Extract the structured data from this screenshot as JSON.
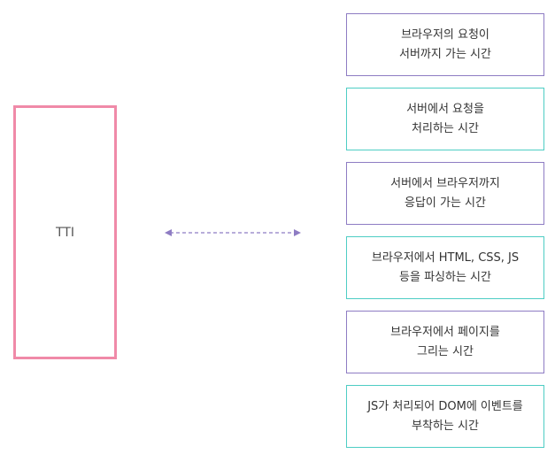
{
  "diagram": {
    "tti_label": "TTI",
    "colors": {
      "tti_border": "#f08aa8",
      "arrow": "#8e7cc3",
      "purple_border": "#8e7cc3",
      "teal_border": "#4ecdc4"
    },
    "steps": [
      {
        "line1": "브라우저의 요청이",
        "line2": "서버까지 가는 시간",
        "border_color": "purple"
      },
      {
        "line1": "서버에서 요청을",
        "line2": "처리하는 시간",
        "border_color": "teal"
      },
      {
        "line1": "서버에서 브라우저까지",
        "line2": "응답이 가는 시간",
        "border_color": "purple"
      },
      {
        "line1": "브라우저에서 HTML, CSS, JS",
        "line2": "등을 파싱하는 시간",
        "border_color": "teal"
      },
      {
        "line1": "브라우저에서 페이지를",
        "line2": "그리는 시간",
        "border_color": "purple"
      },
      {
        "line1": "JS가 처리되어 DOM에 이벤트를",
        "line2": "부착하는 시간",
        "border_color": "teal"
      }
    ]
  }
}
